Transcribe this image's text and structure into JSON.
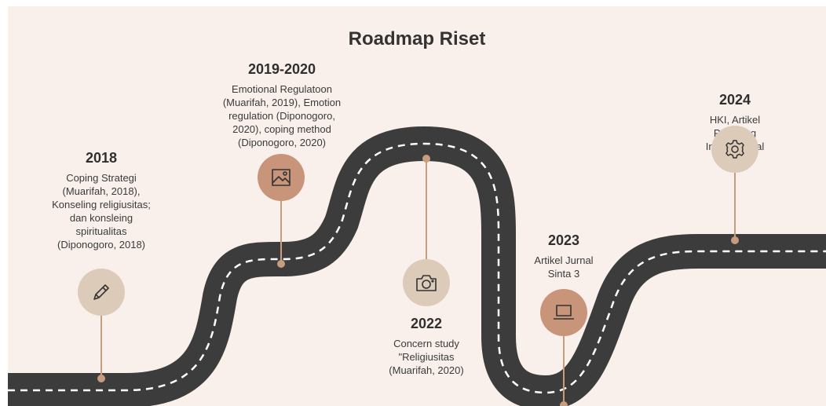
{
  "title": "Roadmap Riset",
  "colors": {
    "background": "#faf0eb",
    "road": "#3c3c3c",
    "lane": "#ffffff",
    "pin": "#c79c7f",
    "circle_light": "#dccbb8",
    "circle_dark": "#c8957a"
  },
  "milestones": [
    {
      "year": "2018",
      "icon": "pencil-icon",
      "lines": [
        "Coping Strategi",
        "(Muarifah, 2018),",
        "Konseling religiusitas;",
        "dan konsleing",
        "spiritualitas",
        "(Diponogoro, 2018)"
      ]
    },
    {
      "year": "2019-2020",
      "icon": "image-icon",
      "lines": [
        "Emotional Regulatoon",
        "(Muarifah, 2019), Emotion",
        "regulation (Diponogoro,",
        "2020), coping method",
        "(Diponogoro, 2020)"
      ]
    },
    {
      "year": "2022",
      "icon": "camera-icon",
      "lines": [
        "Concern study",
        "\"Religiusitas",
        "(Muarifah, 2020)"
      ]
    },
    {
      "year": "2023",
      "icon": "laptop-icon",
      "lines": [
        "Artikel Jurnal",
        "Sinta 3"
      ]
    },
    {
      "year": "2024",
      "icon": "gear-icon",
      "lines": [
        "HKI, Artikel",
        "Prosiding",
        "Internasional"
      ]
    }
  ]
}
